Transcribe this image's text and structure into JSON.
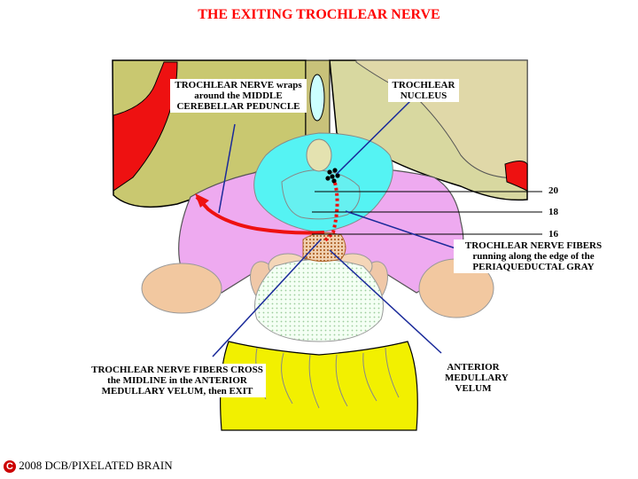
{
  "title": "THE EXITING TROCHLEAR NERVE",
  "labels": {
    "wraps": "TROCHLEAR NERVE wraps around the MIDDLE CEREBELLAR PEDUNCLE",
    "nucleus": "TROCHLEAR NUCLEUS",
    "fibers_edge": "TROCHLEAR NERVE FIBERS running along the edge of the PERIAQUEDUCTAL GRAY",
    "fibers_cross": "TROCHLEAR NERVE FIBERS CROSS the MIDLINE in the ANTERIOR MEDULLARY VELUM, then EXIT",
    "velum": "ANTERIOR MEDULLARY VELUM"
  },
  "levels": [
    "20",
    "18",
    "16"
  ],
  "copyright": {
    "symbol": "C",
    "text": "2008  DCB/PIXELATED BRAIN"
  },
  "colors": {
    "title": "#ff0000",
    "nerve": "#ee1111",
    "cerebellum": "#c9c870",
    "pag": "#55f3f3",
    "tegmentum": "#eeaaf0",
    "peduncle": "#f2c8a0",
    "basis": "#f2f000"
  }
}
